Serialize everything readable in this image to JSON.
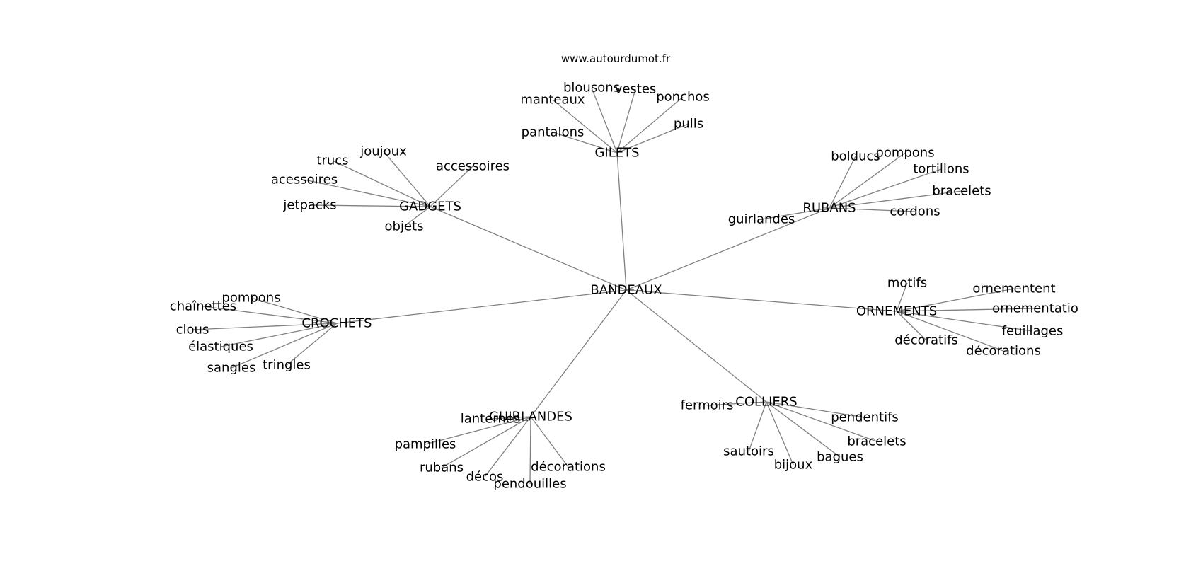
{
  "watermark": "www.autourdumot.fr",
  "edge_color": "#808080",
  "text_color": "#000000",
  "graph": {
    "center": "BANDEAUX",
    "groups": [
      {
        "label": "GILETS",
        "words": [
          "pantalons",
          "manteaux",
          "blousons",
          "vestes",
          "ponchos",
          "pulls"
        ]
      },
      {
        "label": "GADGETS",
        "words": [
          "joujoux",
          "trucs",
          "acessoires",
          "jetpacks",
          "objets",
          "accessoires"
        ]
      },
      {
        "label": "RUBANS",
        "words": [
          "bolducs",
          "pompons",
          "tortillons",
          "bracelets",
          "cordons",
          "guirlandes"
        ]
      },
      {
        "label": "CROCHETS",
        "words": [
          "pompons",
          "chaînettes",
          "clous",
          "élastiques",
          "sangles",
          "tringles"
        ]
      },
      {
        "label": "ORNEMENTS",
        "words": [
          "motifs",
          "ornementent",
          "ornementatio",
          "feuillages",
          "décorations",
          "décoratifs"
        ]
      },
      {
        "label": "GUIRLANDES",
        "words": [
          "lanternes",
          "pampilles",
          "rubans",
          "décos",
          "pendouilles",
          "décorations"
        ]
      },
      {
        "label": "COLLIERS",
        "words": [
          "fermoirs",
          "pendentifs",
          "bracelets",
          "bagues",
          "bijoux",
          "sautoirs"
        ]
      }
    ]
  }
}
